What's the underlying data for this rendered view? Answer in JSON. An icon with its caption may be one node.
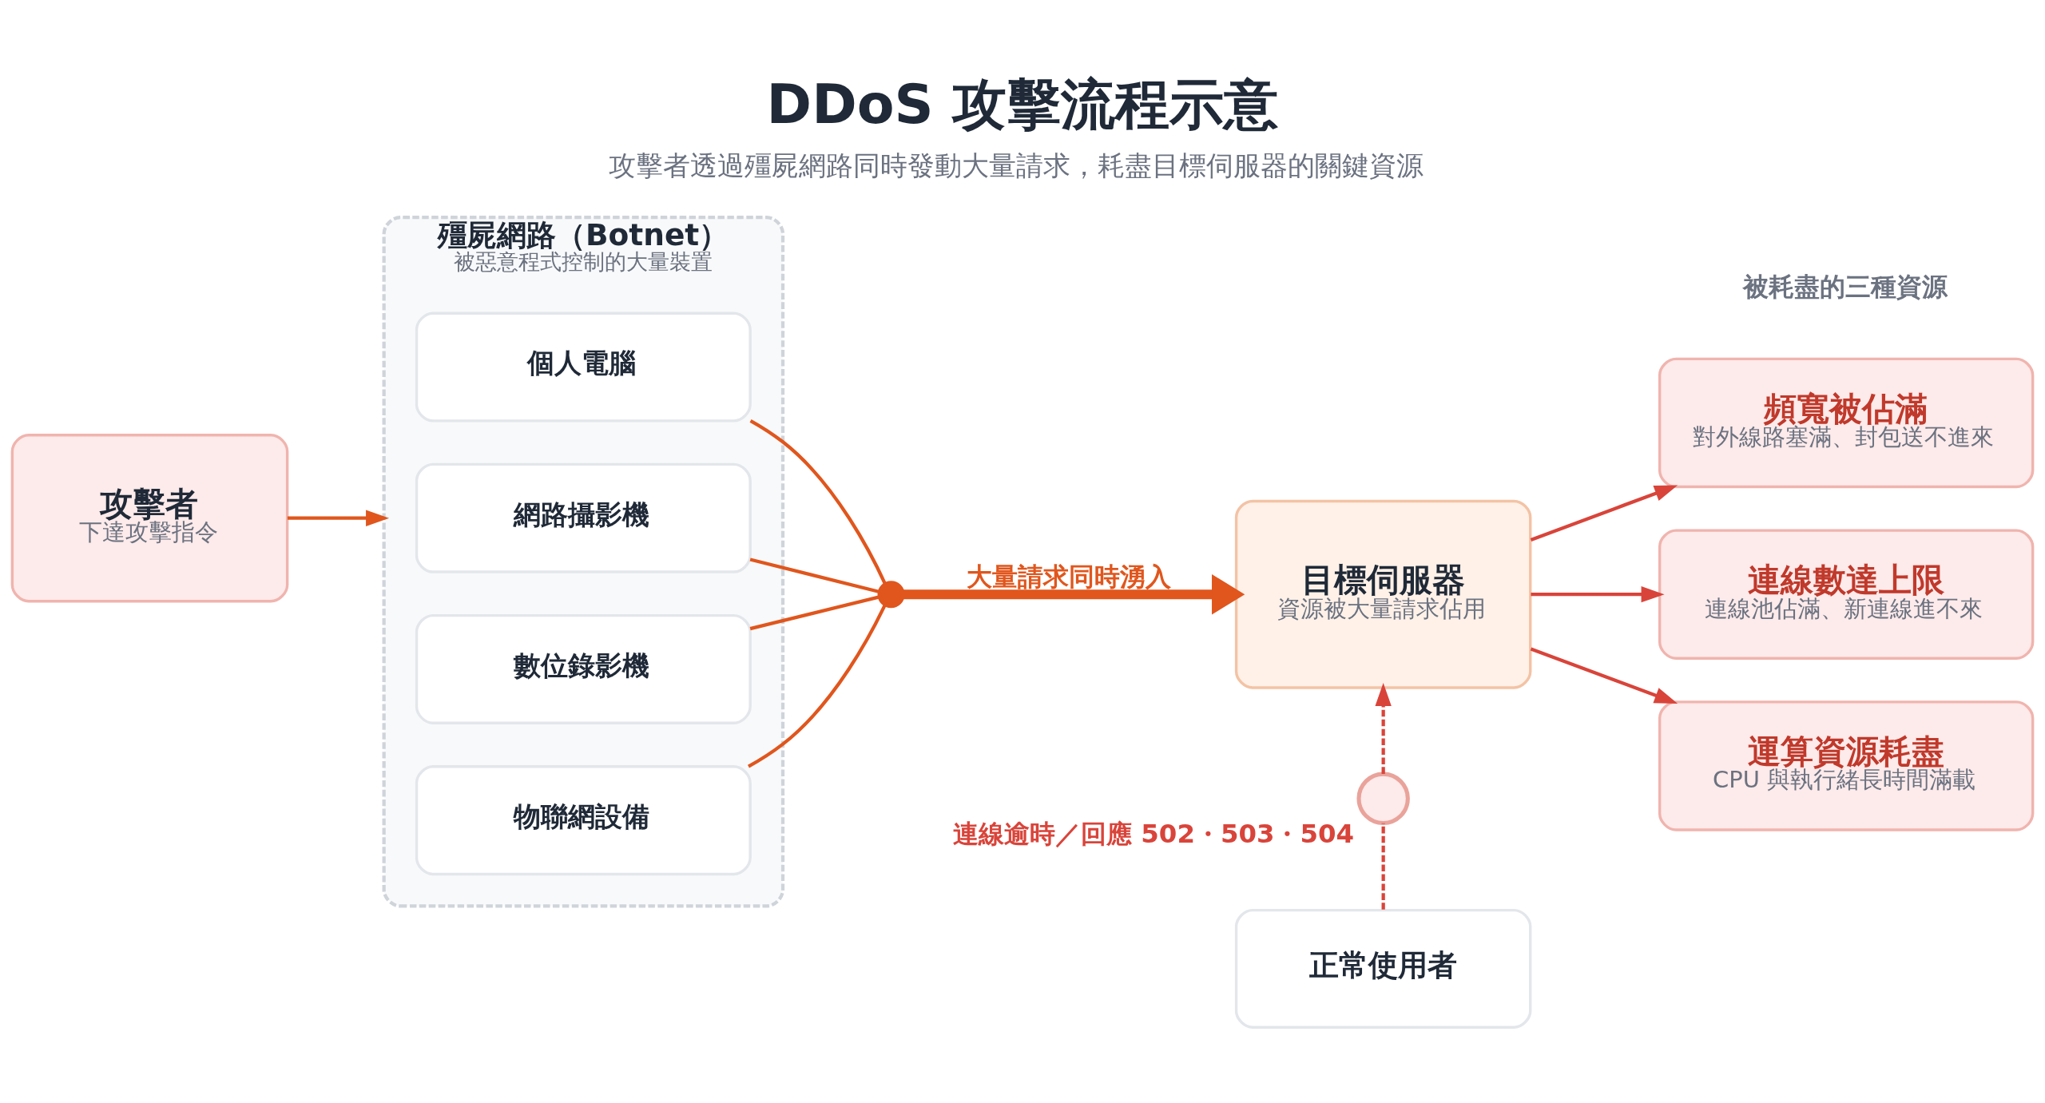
{
  "diagram": {
    "title": "DDoS 攻擊流程示意",
    "caption": "攻擊者透過殭屍網路同時發動大量請求，耗盡目標伺服器的關鍵資源",
    "nodes": [
      {
        "text": [
          "攻擊者",
          "下達攻擊指令"
        ]
      },
      {
        "text": [
          "殭屍網路（Botnet）",
          "被惡意程式控制的大量裝置"
        ]
      },
      {
        "text": [
          "個人電腦"
        ],
        "in": 1
      },
      {
        "text": [
          "網路攝影機"
        ],
        "in": 1
      },
      {
        "text": [
          "數位錄影機"
        ],
        "in": 1
      },
      {
        "text": [
          "物聯網設備"
        ],
        "in": 1
      },
      {
        "text": [],
        "shape": "circle"
      },
      {
        "text": [
          "目標伺服器",
          "資源被大量請求佔用"
        ]
      },
      {
        "text": [],
        "shape": "circle",
        "beside": [
          "連線逾時／回應 502・503・504"
        ]
      },
      {
        "text": [
          "正常使用者"
        ]
      },
      {
        "text": [
          "頻寬被佔滿",
          "對外線路塞滿、封包送不進來"
        ]
      },
      {
        "text": [
          "連線數達上限",
          "連線池佔滿、新連線進不來"
        ]
      },
      {
        "text": [
          "運算資源耗盡",
          "CPU 與執行緒長時間滿載"
        ]
      }
    ],
    "edges": [
      {
        "from": 0,
        "to": 1,
        "arrow": "to"
      },
      {
        "from": 2,
        "to": 6,
        "arrow": "none"
      },
      {
        "from": 3,
        "to": 6,
        "arrow": "none"
      },
      {
        "from": 4,
        "to": 6,
        "arrow": "none"
      },
      {
        "from": 5,
        "to": 6,
        "arrow": "none"
      },
      {
        "from": 6,
        "to": 7,
        "arrow": "to",
        "label": "大量請求同時湧入",
        "style": "thick"
      },
      {
        "from": 7,
        "to": 10,
        "arrow": "to",
        "color": "#d9443a"
      },
      {
        "from": 7,
        "to": 11,
        "arrow": "to",
        "color": "#d9443a"
      },
      {
        "from": 7,
        "to": 12,
        "arrow": "to",
        "color": "#d9443a"
      },
      {
        "from": 9,
        "to": 8,
        "arrow": "none",
        "style": "dashed",
        "color": "#d9443a"
      },
      {
        "from": 8,
        "to": 7,
        "arrow": "to",
        "style": "dashed",
        "color": "#d9443a"
      }
    ],
    "labels": [
      "被耗盡的三種資源"
    ]
  }
}
